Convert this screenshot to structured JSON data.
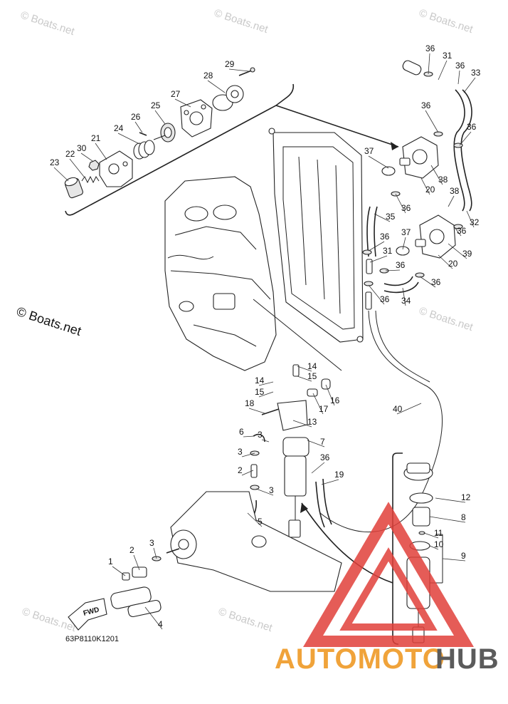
{
  "watermarks": {
    "small": "© Boats.net",
    "large": "© Boats.net"
  },
  "part_code": "63P8110K1201",
  "fwd_label": "FWD",
  "brand": {
    "part_a": "AUTOMOTO",
    "part_b": "HUB"
  },
  "colors": {
    "brand_orange": "#f0a33a",
    "brand_gray": "#5b5b5b",
    "logo_red": "#e0403a",
    "watermark": "#c9c9c9"
  },
  "callouts": [
    {
      "id": "c29a",
      "label": "29"
    },
    {
      "id": "c28a",
      "label": "28"
    },
    {
      "id": "c27a",
      "label": "27"
    },
    {
      "id": "c25a",
      "label": "25"
    },
    {
      "id": "c26a",
      "label": "26"
    },
    {
      "id": "c24a",
      "label": "24"
    },
    {
      "id": "c21a",
      "label": "21"
    },
    {
      "id": "c30a",
      "label": "30"
    },
    {
      "id": "c22a",
      "label": "22"
    },
    {
      "id": "c23a",
      "label": "23"
    },
    {
      "id": "c36a",
      "label": "36"
    },
    {
      "id": "c31a",
      "label": "31"
    },
    {
      "id": "c36b",
      "label": "36"
    },
    {
      "id": "c33a",
      "label": "33"
    },
    {
      "id": "c36c",
      "label": "36"
    },
    {
      "id": "c36d",
      "label": "36"
    },
    {
      "id": "c37a",
      "label": "37"
    },
    {
      "id": "c38a",
      "label": "38"
    },
    {
      "id": "c20a",
      "label": "20"
    },
    {
      "id": "c36e",
      "label": "36"
    },
    {
      "id": "c38b",
      "label": "38"
    },
    {
      "id": "c32a",
      "label": "32"
    },
    {
      "id": "c35a",
      "label": "35"
    },
    {
      "id": "c36f",
      "label": "36"
    },
    {
      "id": "c36g",
      "label": "36"
    },
    {
      "id": "c37b",
      "label": "37"
    },
    {
      "id": "c31b",
      "label": "31"
    },
    {
      "id": "c39a",
      "label": "39"
    },
    {
      "id": "c20b",
      "label": "20"
    },
    {
      "id": "c36h",
      "label": "36"
    },
    {
      "id": "c36i",
      "label": "36"
    },
    {
      "id": "c36j",
      "label": "36"
    },
    {
      "id": "c34a",
      "label": "34"
    },
    {
      "id": "c14a",
      "label": "14"
    },
    {
      "id": "c15a",
      "label": "15"
    },
    {
      "id": "c14b",
      "label": "14"
    },
    {
      "id": "c15b",
      "label": "15"
    },
    {
      "id": "c16a",
      "label": "16"
    },
    {
      "id": "c17a",
      "label": "17"
    },
    {
      "id": "c18a",
      "label": "18"
    },
    {
      "id": "c13a",
      "label": "13"
    },
    {
      "id": "c40a",
      "label": "40"
    },
    {
      "id": "c6a",
      "label": "6"
    },
    {
      "id": "c7a",
      "label": "7"
    },
    {
      "id": "c3a",
      "label": "3"
    },
    {
      "id": "c3b",
      "label": "3"
    },
    {
      "id": "c36k",
      "label": "36"
    },
    {
      "id": "c2a",
      "label": "2"
    },
    {
      "id": "c19a",
      "label": "19"
    },
    {
      "id": "c3c",
      "label": "3"
    },
    {
      "id": "c5a",
      "label": "5"
    },
    {
      "id": "c12a",
      "label": "12"
    },
    {
      "id": "c8a",
      "label": "8"
    },
    {
      "id": "c11a",
      "label": "11"
    },
    {
      "id": "c10a",
      "label": "10"
    },
    {
      "id": "c9a",
      "label": "9"
    },
    {
      "id": "c3d",
      "label": "3"
    },
    {
      "id": "c2b",
      "label": "2"
    },
    {
      "id": "c1a",
      "label": "1"
    },
    {
      "id": "c4a",
      "label": "4"
    }
  ]
}
